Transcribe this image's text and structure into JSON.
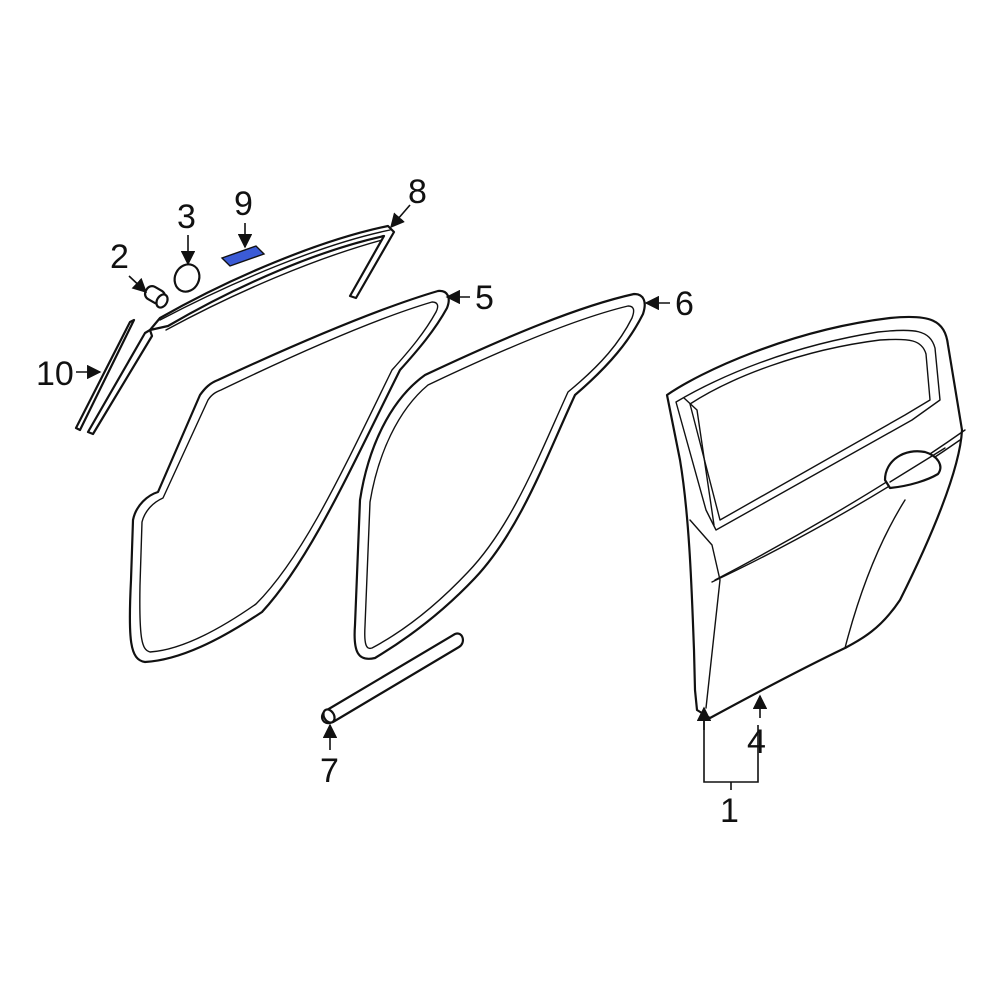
{
  "callouts": {
    "c1": "1",
    "c2": "2",
    "c3": "3",
    "c4": "4",
    "c5": "5",
    "c6": "6",
    "c7": "7",
    "c8": "8",
    "c9": "9",
    "c10": "10"
  },
  "colors": {
    "highlight_part": "#3b5bd6",
    "line": "#111111",
    "background": "#ffffff"
  },
  "highlighted_part": "9"
}
